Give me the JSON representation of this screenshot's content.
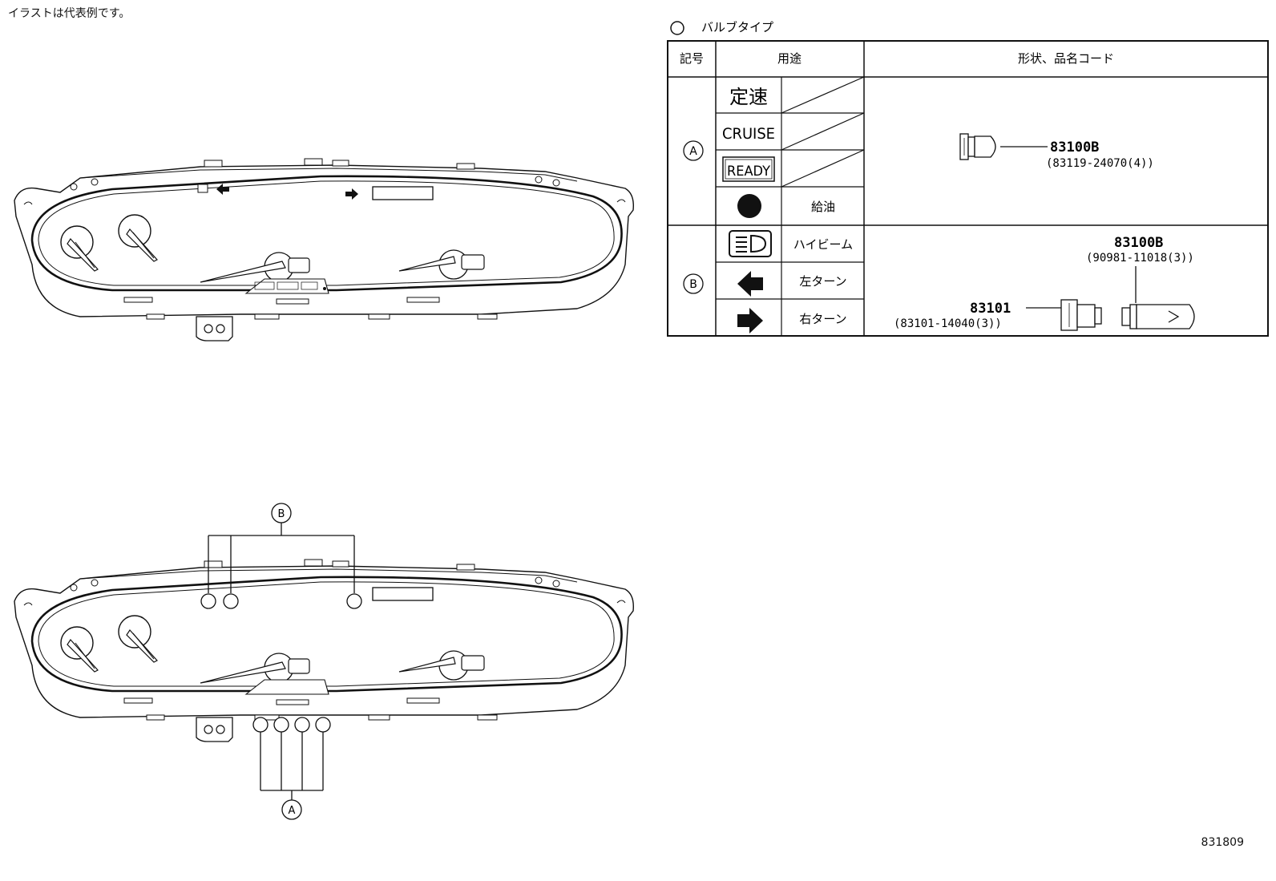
{
  "note": "イラストは代表例です。",
  "figure_number": "831809",
  "legend": {
    "bulb_type": "バルブタイプ"
  },
  "table": {
    "headers": {
      "symbol": "記号",
      "usage": "用途",
      "shape_code": "形状、品名コード"
    },
    "groups": [
      {
        "symbol": "A",
        "rows": [
          {
            "icon": "teisoku-text-icon",
            "icon_text": "定速",
            "usage": ""
          },
          {
            "icon": "cruise-text-icon",
            "icon_text": "CRUISE",
            "usage": ""
          },
          {
            "icon": "ready-boxed-text-icon",
            "icon_text": "READY",
            "usage": ""
          },
          {
            "icon": "filled-circle-icon",
            "icon_text": "",
            "usage": "給油"
          }
        ],
        "parts": [
          {
            "code": "83100B",
            "subcode": "(83119-24070(4))"
          }
        ]
      },
      {
        "symbol": "B",
        "rows": [
          {
            "icon": "high-beam-icon",
            "icon_text": "",
            "usage": "ハイビーム"
          },
          {
            "icon": "left-arrow-icon",
            "icon_text": "",
            "usage": "左ターン"
          },
          {
            "icon": "right-arrow-icon",
            "icon_text": "",
            "usage": "右ターン"
          }
        ],
        "parts": [
          {
            "code": "83100B",
            "subcode": "(90981-11018(3))"
          },
          {
            "code": "83101",
            "subcode": "(83101-14040(3))"
          }
        ]
      }
    ]
  },
  "callouts": {
    "top": "B",
    "bottom": "A"
  },
  "colors": {
    "line": "#111111",
    "background": "#ffffff"
  }
}
